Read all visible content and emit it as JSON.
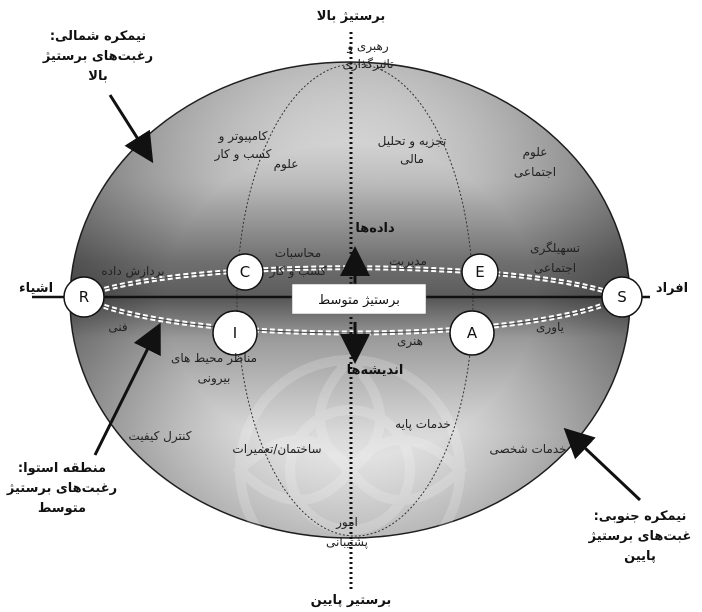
{
  "axis": {
    "top": "برستیژ بالا",
    "bottom": "برستیر پایین",
    "left": "اشیاء",
    "right": "افراد",
    "center": "برستیژ متوسط",
    "up_arrow": "داده‌ها",
    "down_arrow": "اندیشه‌ها"
  },
  "annotations": {
    "north_line1": "نیمکره شمالی:",
    "north_line2": "رغبت‌های برستیژ",
    "north_line3": "بالا",
    "equator_line1": "منطقه استوا:",
    "equator_line2": "رغبت‌های برستیژ",
    "equator_line3": "متوسط",
    "south_line1": "نیمکره جنوبی:",
    "south_line2": "غبت‌های برستیژ",
    "south_line3": "پایین"
  },
  "nodes": {
    "R": "R",
    "C": "C",
    "E": "E",
    "S": "S",
    "I": "I",
    "A": "A"
  },
  "regions": {
    "leadership_1": "رهبری و",
    "leadership_2": "تاثیرگذاری",
    "computer_1": "کامپیوتر و",
    "computer_2": "کسب و کار",
    "science": "علوم",
    "finance_1": "تجزیه و تحلیل",
    "finance_2": "مالی",
    "social_1": "علوم",
    "social_2": "اجتماعی",
    "accounting_1": "محاسبات",
    "accounting_2": "کسب و کار",
    "management": "مدیریت",
    "facilitation_1": "تسهیلگری",
    "facilitation_2": "اجتماعی",
    "data_processing": "پردازش داده",
    "technical": "فنی",
    "helping": "یاوری",
    "art": "هنری",
    "environment_1": "مناظر محیط های",
    "environment_2": "بیرونی",
    "basic_services": "خدمات پایه",
    "quality_control": "کنترل کیفیت",
    "construction": "ساختمان/تعمیرات",
    "personal_services": "خدمات شخصی",
    "support_1": "امور",
    "support_2": "پشتیبانی"
  }
}
